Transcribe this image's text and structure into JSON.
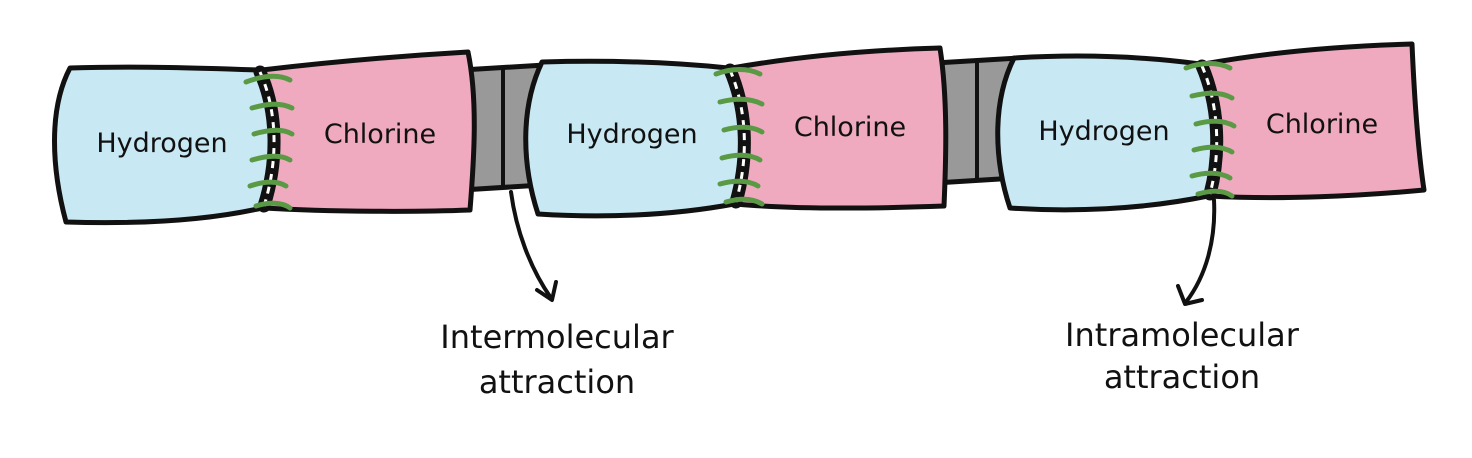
{
  "molecules": [
    {
      "atoms": [
        {
          "label": "Hydrogen"
        },
        {
          "label": "Chlorine"
        }
      ]
    },
    {
      "atoms": [
        {
          "label": "Hydrogen"
        },
        {
          "label": "Chlorine"
        }
      ]
    },
    {
      "atoms": [
        {
          "label": "Hydrogen"
        },
        {
          "label": "Chlorine"
        }
      ]
    }
  ],
  "annotations": {
    "intermolecular": {
      "line1": "Intermolecular",
      "line2": "attraction"
    },
    "intramolecular": {
      "line1": "Intramolecular",
      "line2": "attraction"
    }
  },
  "colors": {
    "hydrogen": "#c8e8f3",
    "chlorine": "#efaabf",
    "intermolecular_link": "#999999",
    "intramolecular_stitch": "#5a9a45",
    "outline": "#111111"
  }
}
